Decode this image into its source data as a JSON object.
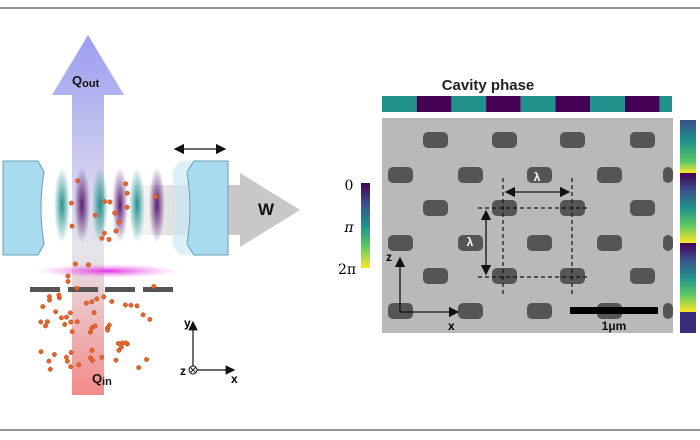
{
  "left_panel": {
    "q_out_label": {
      "main": "Q",
      "sub": "out"
    },
    "q_in_label": {
      "main": "Q",
      "sub": "in"
    },
    "w_label": "W",
    "axes": {
      "y": "y",
      "x": "x",
      "z": "z"
    }
  },
  "right_panel": {
    "title": "Cavity phase",
    "colorbar_ticks": [
      "0",
      "π",
      "2π"
    ],
    "lambda_h": "λ",
    "lambda_v": "λ",
    "axes": {
      "z": "z",
      "x": "x"
    },
    "scale_bar": "1μm"
  },
  "colors": {
    "teal": "#21918c",
    "purple": "#440154",
    "yellow": "#fde725",
    "mirror": "#a8dbee",
    "particle": "#e8662a",
    "magenta": "#e040e0"
  }
}
